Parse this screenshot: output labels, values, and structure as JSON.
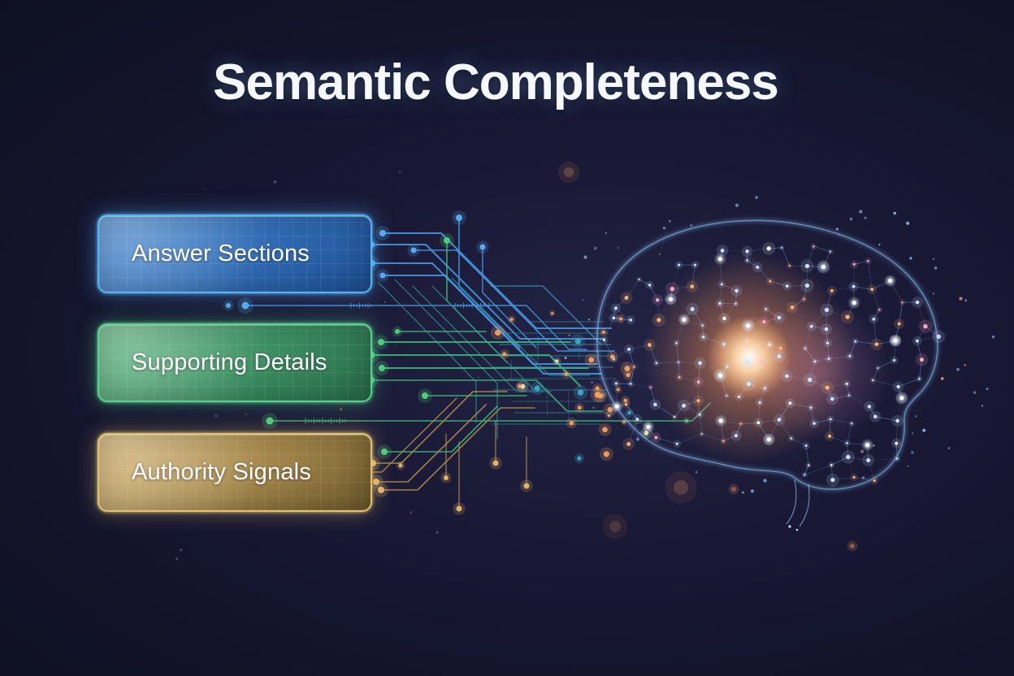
{
  "title": "Semantic Completeness",
  "boxes": [
    {
      "label": "Answer Sections",
      "fill_top": "#4d90d9",
      "fill_mid": "#336fb9",
      "fill_bottom": "#1d4f94",
      "border": "#55b4f2",
      "glow": "rgba(86,170,245,0.5)"
    },
    {
      "label": "Supporting Details",
      "fill_top": "#63bd86",
      "fill_mid": "#3f9466",
      "fill_bottom": "#276c4a",
      "border": "#58d18c",
      "glow": "rgba(88,209,140,0.45)"
    },
    {
      "label": "Authority Signals",
      "fill_top": "#dab76f",
      "fill_mid": "#aa8c4e",
      "fill_bottom": "#6f5a2c",
      "border": "#e0c272",
      "glow": "rgba(224,194,114,0.45)"
    }
  ],
  "illustration": {
    "name": "digital-brain-network",
    "core_glow": "#ffc489",
    "mesh_line": "#7ab4ff",
    "outline": "#8ecbff",
    "node_cool": "#d3e6ff",
    "node_warm": "#ffb678",
    "node_pink": "#ffa9cf"
  },
  "palette": {
    "background_center": "#232344",
    "background_mid": "#161631",
    "background_edge": "#0e1022",
    "title_color": "#f5f8ff",
    "label_color": "#ffffff",
    "trace_blue": "#4494dd",
    "trace_teal": "#2f8f96",
    "trace_cyan": "#3fa8c8",
    "trace_green": "#3cb377",
    "trace_gold": "#a98a4f",
    "dot_blue": "#58aaf0",
    "dot_green": "#4ecb7d",
    "dot_gold": "#e2b269",
    "dot_cream": "#efe7bb",
    "dot_orange": "#f2a263"
  }
}
